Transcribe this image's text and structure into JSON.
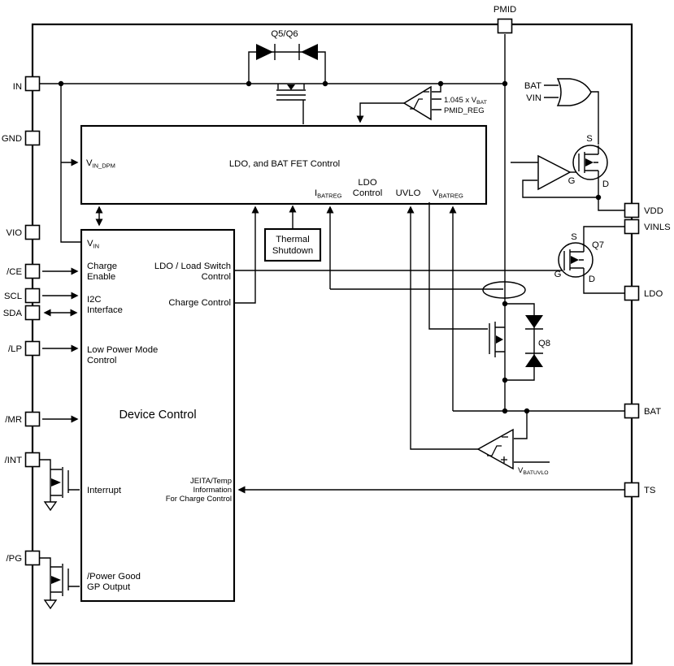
{
  "diagram": {
    "pins": {
      "top": {
        "pmid": "PMID"
      },
      "left": {
        "in": "IN",
        "gnd": "GND",
        "vio": "VIO",
        "ce": "/CE",
        "scl": "SCL",
        "sda": "SDA",
        "lp": "/LP",
        "mr": "/MR",
        "int": "/INT",
        "pg": "/PG"
      },
      "right": {
        "vdd": "VDD",
        "vinls": "VINLS",
        "ldo": "LDO",
        "bat": "BAT",
        "ts": "TS"
      }
    },
    "ldo_block": {
      "title": "LDO, and BAT FET Control",
      "vin_dpm_main": "V",
      "vin_dpm_sub": "IN_DPM",
      "ibatreg_main": "I",
      "ibatreg_sub": "BATREG",
      "ldo_ctrl_line1": "LDO",
      "ldo_ctrl_line2": "Control",
      "uvlo": "UVLO",
      "vbatreg_main": "V",
      "vbatreg_sub": "BATREG"
    },
    "thermal": {
      "line1": "Thermal",
      "line2": "Shutdown"
    },
    "device_control": {
      "title": "Device Control",
      "vin_main": "V",
      "vin_sub": "IN",
      "charge_enable_1": "Charge",
      "charge_enable_2": "Enable",
      "ldo_ls_1": "LDO / Load Switch",
      "ldo_ls_2": "Control",
      "i2c_1": "I2C",
      "i2c_2": "Interface",
      "charge_control": "Charge Control",
      "low_power_1": "Low Power Mode",
      "low_power_2": "Control",
      "interrupt": "Interrupt",
      "jeita_1": "JEITA/Temp",
      "jeita_2": "Information",
      "jeita_3": "For Charge Control",
      "pg_1": "/Power Good",
      "pg_2": "GP Output"
    },
    "components": {
      "q5q6": "Q5/Q6",
      "q7": "Q7",
      "q8": "Q8",
      "or_in1": "BAT",
      "or_in2": "VIN",
      "pmid_ref_main": "1.045 x V",
      "pmid_ref_sub": "BAT",
      "pmid_ref2": "PMID_REG",
      "vbatuvlo_main": "V",
      "vbatuvlo_sub": "BATUVLO",
      "term_s": "S",
      "term_g": "G",
      "term_d": "D"
    }
  }
}
